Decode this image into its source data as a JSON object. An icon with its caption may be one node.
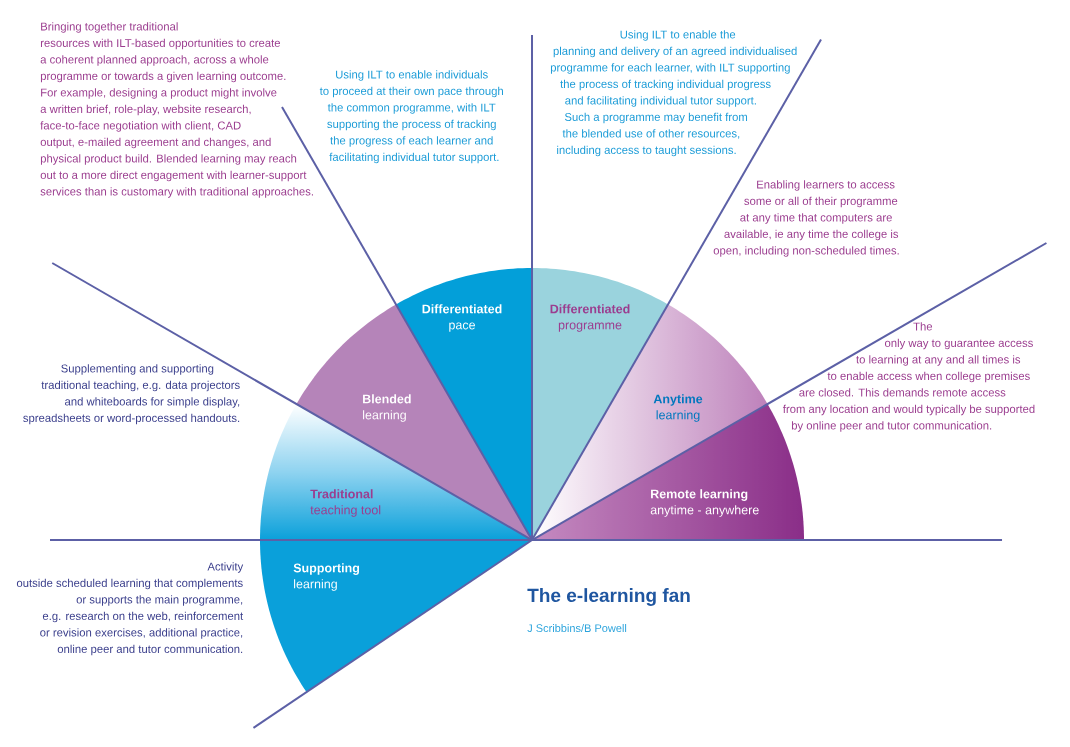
{
  "diagram": {
    "title": "The e-learning fan",
    "caption": "J Scribbins/B Powell",
    "nodes": [
      {
        "text": [
          "Supporting",
          "learning"
        ]
      },
      {
        "text": [
          "Traditional",
          "teaching tool"
        ]
      },
      {
        "text": [
          "Blended",
          "learning"
        ]
      },
      {
        "text": [
          "Differentiated",
          "pace"
        ]
      },
      {
        "text": [
          "Differentiated",
          "programme"
        ]
      },
      {
        "text": [
          "Anytime",
          "learning"
        ]
      },
      {
        "text": [
          "Remote learning",
          "anytime - anywhere"
        ]
      }
    ],
    "labels": [
      "Bringing together traditional resources with ILT-based opportunities to create a coherent planned approach, across a whole programme or towards a given learning outcome. For example, designing a product might involve a written brief, role-play, website research, face-to-face negotiation with client, CAD output, e-mailed agreement and changes, and physical product build. Blended learning may reach out to a more direct engagement with learner-support services than is customary with traditional approaches.",
      "Using ILT to enable individuals to proceed at their own pace through the common programme, with ILT supporting the process of tracking the progress of each learner and facilitating individual tutor support.",
      "Using ILT to enable the planning and delivery of an agreed individualised programme for each learner, with ILT supporting the process of tracking individual progress and facilitating individual tutor support. Such a programme may benefit from the blended use of other resources, including access to taught sessions.",
      "Enabling learners to access some or all of their programme at any time that computers are available, ie any time the college is open, including non-scheduled times.",
      "Supplementing and supporting traditional teaching, e.g. data projectors and whiteboards for simple display, spreadsheets or word-processed handouts.",
      "The only way to guarantee access to learning at any and all times is to enable access when college premises are closed. This demands remote access from any location and would typically be supported by online peer and tutor communication.",
      "Activity outside scheduled learning that complements or supports the main programme, e.g. research on the web, reinforcement or revision exercises, additional practice, online peer and tutor communication."
    ]
  }
}
